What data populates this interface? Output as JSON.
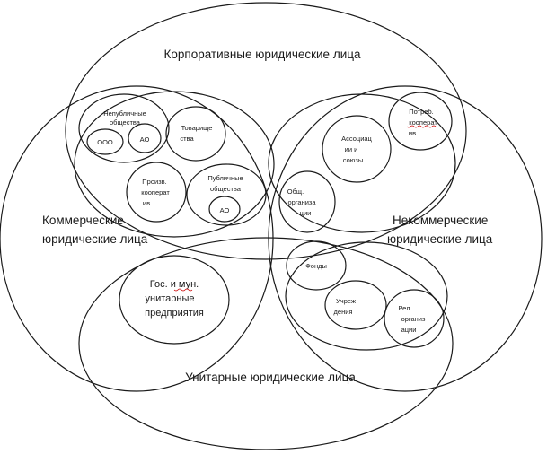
{
  "regions": {
    "corporate": "Корпоративные юридические лица",
    "commercial": [
      "Коммерческие",
      "юридические лица"
    ],
    "noncommercial": [
      "Некоммерческие",
      "юридические лица"
    ],
    "unitary": "Унитарные юридические лица"
  },
  "corporate_commercial": {
    "non_public": [
      "Непубличные",
      "общества"
    ],
    "ooo": "ООО",
    "ao_inner": "АО",
    "partnerships": [
      "Товарище",
      "ства"
    ],
    "prod_coop": [
      "Произв.",
      "кооперат",
      "ив"
    ],
    "public": [
      "Публичные",
      "общества"
    ],
    "ao_public": "АО"
  },
  "corporate_noncommercial": {
    "consumer_coop": [
      "Потреб.",
      "кооперат",
      "ив"
    ],
    "associations": [
      "Ассоциац",
      "ии и",
      "союзы"
    ],
    "public_orgs": [
      "Общ.",
      "организа",
      "ции"
    ]
  },
  "unitary_commercial": {
    "state_enterprises": [
      "Гос. и мун.",
      "унитарные",
      "предприятия"
    ]
  },
  "unitary_noncommercial": {
    "funds": "Фонды",
    "institutions": [
      "Учреж",
      "дения"
    ],
    "religious": [
      "Рел.",
      "организ",
      "ации"
    ]
  }
}
